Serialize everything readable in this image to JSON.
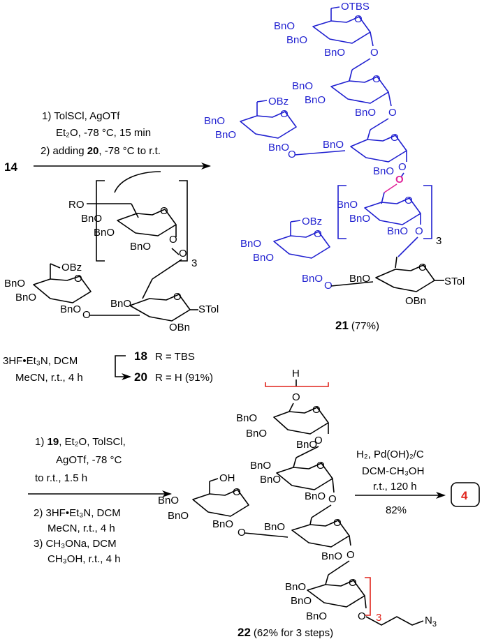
{
  "compounds": {
    "start": "14",
    "c18": "18",
    "c20": "20",
    "c21": "21",
    "c22": "22",
    "target": "4"
  },
  "labels": {
    "r_tbs": "R = TBS",
    "r_h": "R = H (91%)",
    "yield21": "(77%)",
    "yield22": "(62% for 3 steps)",
    "ro": "RO",
    "stol": "STol",
    "obz": "OBz",
    "otbs": "OTBS",
    "bno": "BnO",
    "obn": "OBn",
    "bn": "Bn",
    "o": "O",
    "oh": "OH",
    "h": "H",
    "n3": "N",
    "sub3": "3",
    "repeat": "3"
  },
  "step1": {
    "line1": "1) TolSCl,  AgOTf",
    "line2": "Et₂O, -78 °C, 15 min",
    "line3_pre": "2) adding ",
    "line3_cmpd": "20",
    "line3_post": ", -78 °C to r.t."
  },
  "step_deprotect": {
    "line1": "3HF•Et₃N, DCM",
    "line2": "MeCN, r.t., 4 h"
  },
  "step2": {
    "line1_pre": "1) ",
    "line1_cmpd": "19",
    "line1_post": ", Et₂O, TolSCl,",
    "line2": "AgOTf,  -78 °C",
    "line3": "to r.t., 1.5 h",
    "line4": "2) 3HF•Et₃N, DCM",
    "line5": "MeCN, r.t., 4 h",
    "line6": "3) CH₃ONa, DCM",
    "line7": "CH₃OH, r.t., 4 h"
  },
  "step3": {
    "line1": "H₂, Pd(OH)₂/C",
    "line2": "DCM-CH₃OH",
    "line3": "r.t., 120 h",
    "line4": "82%"
  },
  "colors": {
    "new_units": "#1f1fd0",
    "linkage": "#e0249a",
    "highlight": "#e0241c",
    "default": "#000000"
  }
}
